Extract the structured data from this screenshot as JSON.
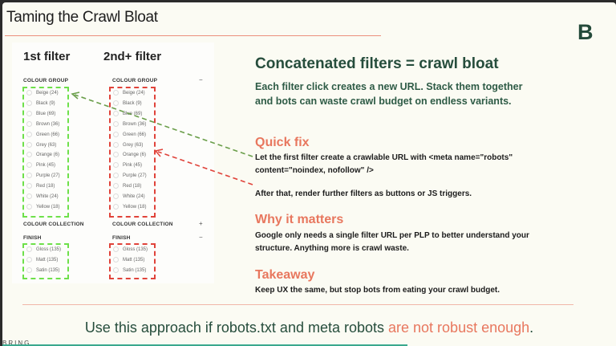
{
  "header": {
    "title": "Taming the Crawl Bloat",
    "logo": "B"
  },
  "filters": {
    "col1_title": "1st filter",
    "col2_title": "2nd+ filter",
    "colour_group_label": "COLOUR GROUP",
    "colour_items": [
      "Beige (24)",
      "Black (9)",
      "Blue (69)",
      "Brown (36)",
      "Green (66)",
      "Grey (63)",
      "Orange (6)",
      "Pink (45)",
      "Purple (27)",
      "Red (18)",
      "White (24)",
      "Yellow (18)"
    ],
    "colour_collection_label": "COLOUR COLLECTION",
    "finish_label": "FINISH",
    "finish_items": [
      "Gloss (135)",
      "Matt (135)",
      "Satin (135)"
    ],
    "minus": "−",
    "plus": "+"
  },
  "content": {
    "heading": "Concatenated filters = crawl bloat",
    "lead": [
      "Each filter click creates a new URL. Stack them together",
      "and bots can waste crawl budget on endless variants."
    ],
    "quick_fix": {
      "title": "Quick fix",
      "lines": [
        "Let the first filter create a crawlable URL with <meta name=\"robots\"",
        "content=\"noindex, nofollow\" />"
      ],
      "after": "After that, render further filters as buttons or JS triggers."
    },
    "why": {
      "title": "Why it matters",
      "lines": [
        "Google only needs a single filter URL per PLP to better understand your",
        "structure. Anything more is crawl waste."
      ]
    },
    "takeaway": {
      "title": "Takeaway",
      "text": "Keep UX the same, but stop bots from eating your crawl budget."
    }
  },
  "footer": {
    "text": "Use this approach if robots.txt and meta robots ",
    "highlight": "are not robust enough",
    "end": ".",
    "brand": "BRING"
  },
  "colors": {
    "green": "#264d3c",
    "accent": "#e8775e",
    "good": "#6ee04a",
    "bad": "#e0433a"
  }
}
